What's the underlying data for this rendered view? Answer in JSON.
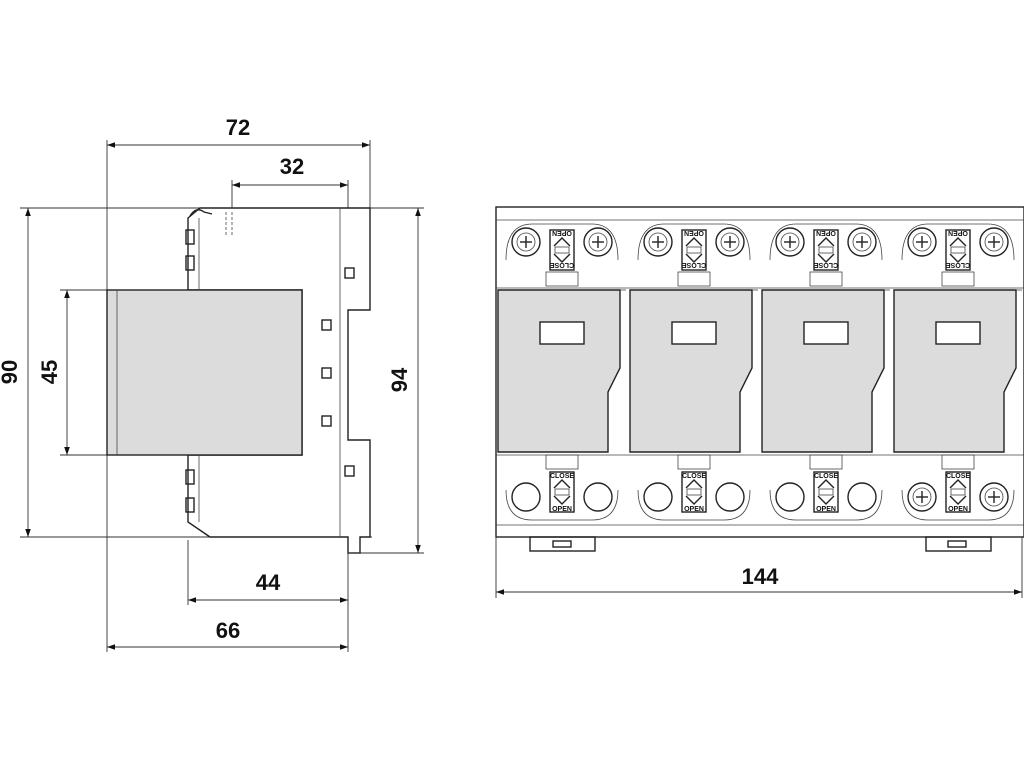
{
  "side_view": {
    "dim_width_total": "72",
    "dim_width_upper": "32",
    "dim_height_total": "90",
    "dim_height_front": "45",
    "dim_height_right": "94",
    "dim_width_lower": "44",
    "dim_width_base": "66"
  },
  "front_view": {
    "dim_width": "144",
    "module_count": 4,
    "label_open": "OPEN",
    "label_close": "CLOSE"
  }
}
